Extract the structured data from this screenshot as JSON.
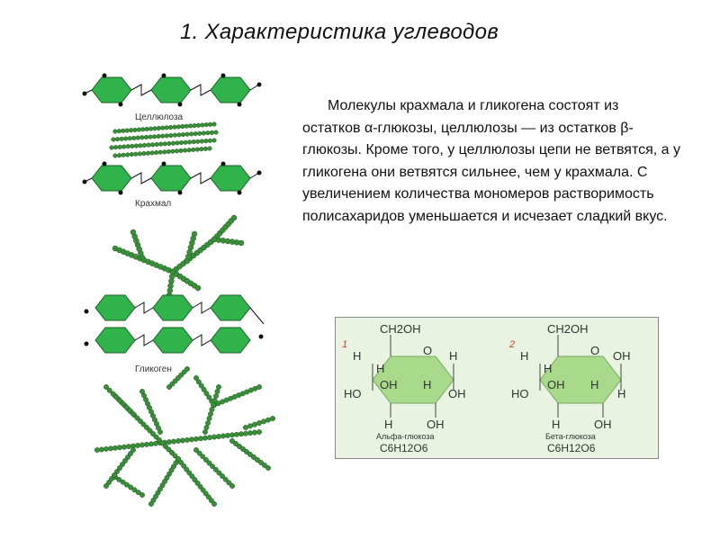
{
  "slide": {
    "title": "1. Характеристика углеводов",
    "paragraph": "Молекулы крахмала и гликогена состоят из остатков α-глюкозы, целлюлозы — из остатков β-глюкозы. Кроме того, у целлюлозы цепи не ветвятся, а у гликогена они ветвятся сильнее, чем у крахмала. С увеличением количества мономеров растворимость полисахаридов уменьшается и исчезает сладкий вкус."
  },
  "polysaccharides": {
    "cellulose_label": "Целлюлоза",
    "starch_label": "Крахмал",
    "glycogen_label": "Гликоген"
  },
  "formulas": {
    "alpha": {
      "number": "1",
      "top_group": "CH2OH",
      "ring_oxygen": "O",
      "left_h": "H",
      "inner_h": "H",
      "right_h": "H",
      "ho_left": "HO",
      "oh_mid": "OH",
      "h_bottom_right": "H",
      "oh_right": "OH",
      "h_bottom": "H",
      "oh_bottom": "OH",
      "name": "Альфа-глюкоза",
      "formula": "C6H12O6"
    },
    "beta": {
      "number": "2",
      "top_group": "CH2OH",
      "ring_oxygen": "O",
      "left_h": "H",
      "inner_h": "H",
      "oh_right_top": "OH",
      "ho_left": "HO",
      "oh_mid": "OH",
      "h_bottom_right": "H",
      "h_right": "H",
      "h_bottom": "H",
      "oh_bottom": "OH",
      "name": "Бета-глюкоза",
      "formula": "C6H12O6"
    }
  },
  "colors": {
    "hexagon_green": "#2fb34a",
    "bead_green": "#3a8f3a",
    "formula_bg": "#e9f3e1",
    "formula_ring": "#a9d98a",
    "number_red": "#d13b2a"
  }
}
